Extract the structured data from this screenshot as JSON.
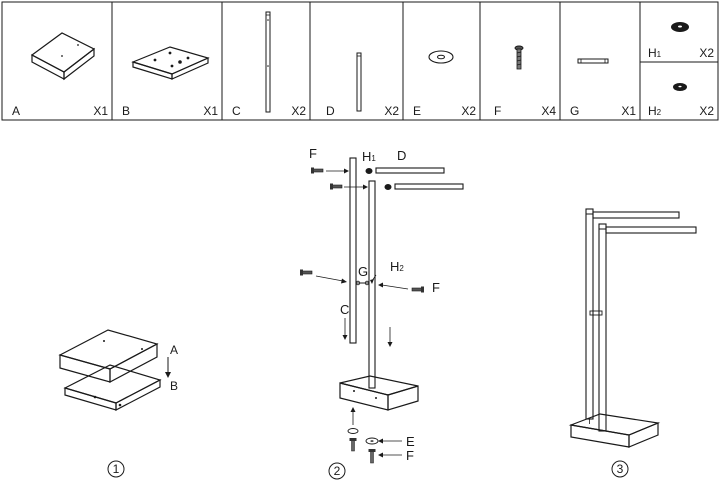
{
  "parts": [
    {
      "letter": "A",
      "qty": "X1",
      "icon": "base-plate-icon"
    },
    {
      "letter": "B",
      "qty": "X1",
      "icon": "base-plate-holes-icon"
    },
    {
      "letter": "C",
      "qty": "X2",
      "icon": "long-pole-icon"
    },
    {
      "letter": "D",
      "qty": "X2",
      "icon": "short-pole-icon"
    },
    {
      "letter": "E",
      "qty": "X2",
      "icon": "washer-icon"
    },
    {
      "letter": "F",
      "qty": "X4",
      "icon": "screw-icon"
    },
    {
      "letter": "G",
      "qty": "X1",
      "icon": "connector-rod-icon"
    },
    {
      "letter": "H",
      "sub": "1",
      "qty": "X2",
      "icon": "large-cap-icon"
    },
    {
      "letter": "H",
      "sub": "2",
      "qty": "X2",
      "icon": "small-cap-icon"
    }
  ],
  "steps": {
    "step1": {
      "number": "1",
      "labels": {
        "a": "A",
        "b": "B"
      }
    },
    "step2": {
      "number": "2",
      "labels": {
        "f_top": "F",
        "h1": "H",
        "h1_sub": "1",
        "d": "D",
        "g": "G",
        "h2": "H",
        "h2_sub": "2",
        "f_right": "F",
        "c": "C",
        "e": "E",
        "f_bottom": "F"
      }
    },
    "step3": {
      "number": "3"
    }
  }
}
